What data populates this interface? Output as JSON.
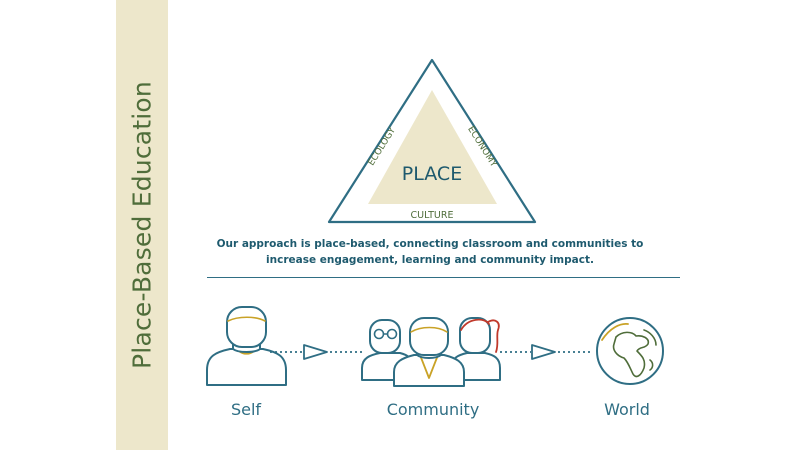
{
  "sidebar": {
    "title": "Place-Based Education"
  },
  "triangle": {
    "center_label": "PLACE",
    "left_label": "ECOLOGY",
    "right_label": "ECONOMY",
    "bottom_label": "CULTURE"
  },
  "tagline": {
    "line1": "Our approach is place-based, connecting classroom and communities to",
    "line2": "increase engagement, learning and community impact."
  },
  "stages": {
    "self": "Self",
    "community": "Community",
    "world": "World"
  },
  "colors": {
    "teal": "#2f6e84",
    "dark_text": "#1e5a6e",
    "beige": "#ede7cb",
    "green": "#4f6d3a",
    "gold": "#c9a227",
    "red": "#c0392b"
  },
  "icons": [
    "person-self-icon",
    "arrow-right-icon",
    "community-group-icon",
    "globe-icon"
  ]
}
